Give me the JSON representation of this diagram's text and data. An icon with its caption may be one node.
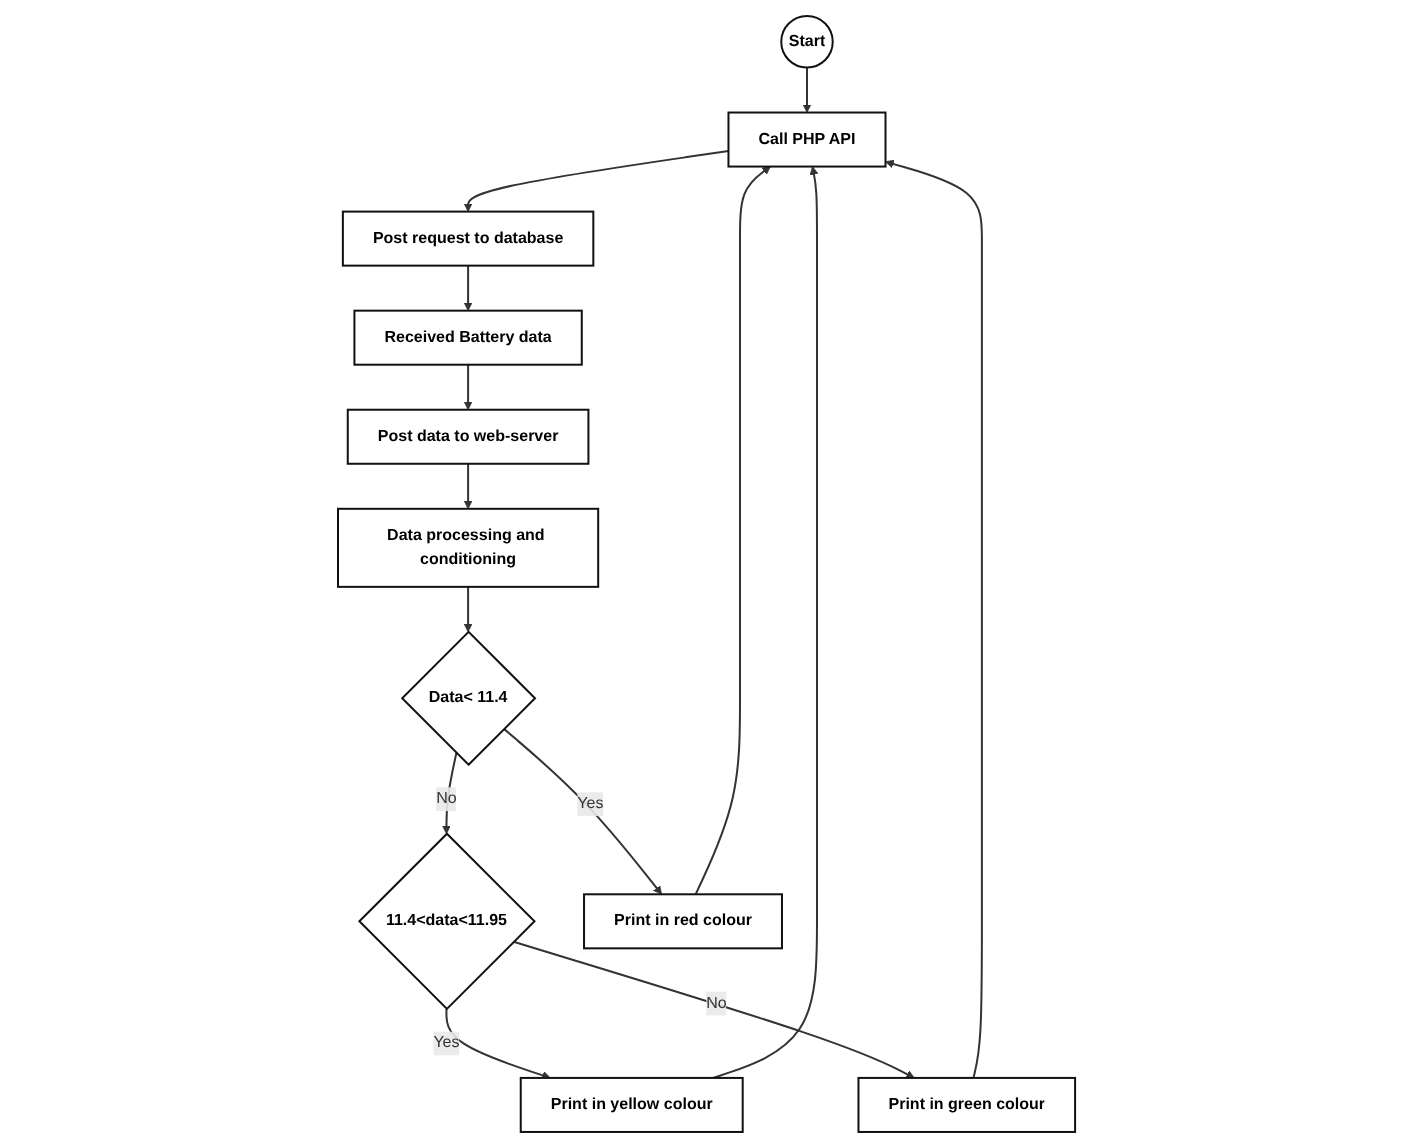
{
  "diagram": {
    "nodes": [
      {
        "text": [
          "Start"
        ]
      },
      {
        "text": [
          "Call PHP API"
        ]
      },
      {
        "text": [
          "Post request to database"
        ]
      },
      {
        "text": [
          "Received Battery data"
        ]
      },
      {
        "text": [
          "Post data to web-server"
        ]
      },
      {
        "text": [
          "Data processing and conditioning"
        ]
      },
      {
        "text": [
          "Data< 11.4"
        ]
      },
      {
        "text": [
          "11.4<data<11.95"
        ]
      },
      {
        "text": [
          "Print in red colour"
        ]
      },
      {
        "text": [
          "Print in yellow colour"
        ]
      },
      {
        "text": [
          "Print in green colour"
        ]
      }
    ],
    "edges": [
      {
        "from": 0,
        "to": 1,
        "arrow": "to"
      },
      {
        "from": 1,
        "to": 2,
        "arrow": "to"
      },
      {
        "from": 2,
        "to": 3,
        "arrow": "to"
      },
      {
        "from": 3,
        "to": 4,
        "arrow": "to"
      },
      {
        "from": 4,
        "to": 5,
        "arrow": "to"
      },
      {
        "from": 5,
        "to": 6,
        "arrow": "to"
      },
      {
        "from": 6,
        "to": 8,
        "label": "Yes",
        "arrow": "to"
      },
      {
        "from": 6,
        "to": 7,
        "label": "No",
        "arrow": "to"
      },
      {
        "from": 7,
        "to": 9,
        "label": "Yes",
        "arrow": "to"
      },
      {
        "from": 7,
        "to": 10,
        "label": "No",
        "arrow": "to"
      },
      {
        "from": 8,
        "to": 1,
        "arrow": "to"
      },
      {
        "from": 9,
        "to": 1,
        "arrow": "to"
      },
      {
        "from": 10,
        "to": 1,
        "arrow": "to"
      }
    ]
  }
}
